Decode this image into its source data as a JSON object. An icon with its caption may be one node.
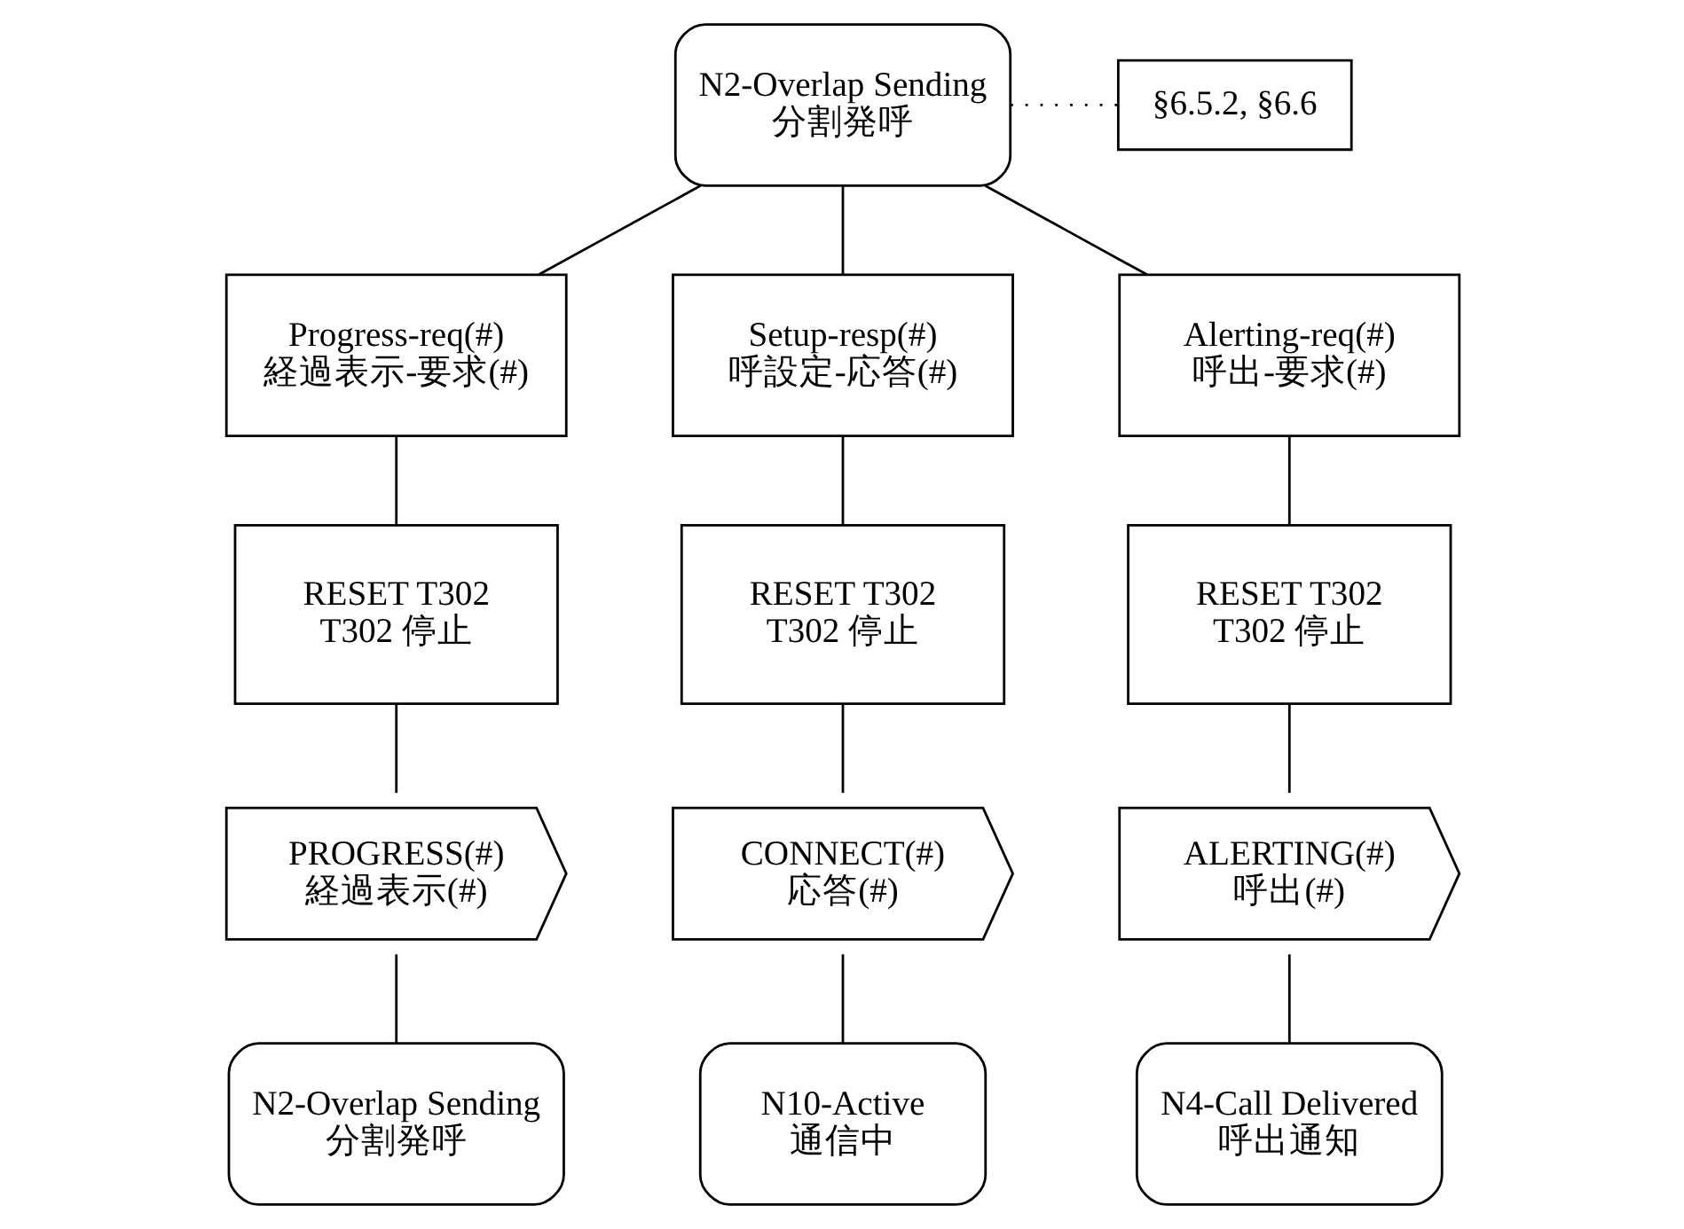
{
  "diagram": {
    "nodes": [
      {
        "text": [
          "N2-Overlap Sending",
          "分割発呼"
        ]
      },
      {
        "text": [
          "§6.5.2, §6.6"
        ]
      },
      {
        "text": [
          "Progress-req(#)",
          "経過表示-要求(#)"
        ]
      },
      {
        "text": [
          "Setup-resp(#)",
          "呼設定-応答(#)"
        ]
      },
      {
        "text": [
          "Alerting-req(#)",
          "呼出-要求(#)"
        ]
      },
      {
        "text": [
          "RESET T302",
          "T302 停止"
        ]
      },
      {
        "text": [
          "RESET T302",
          "T302 停止"
        ]
      },
      {
        "text": [
          "RESET T302",
          "T302 停止"
        ]
      },
      {
        "text": [
          "PROGRESS(#)",
          "経過表示(#)"
        ]
      },
      {
        "text": [
          "CONNECT(#)",
          "応答(#)"
        ]
      },
      {
        "text": [
          "ALERTING(#)",
          "呼出(#)"
        ]
      },
      {
        "text": [
          "N2-Overlap Sending",
          "分割発呼"
        ]
      },
      {
        "text": [
          "N10-Active",
          "通信中"
        ]
      },
      {
        "text": [
          "N4-Call Delivered",
          "呼出通知"
        ]
      }
    ],
    "edges": [
      {
        "from": 0,
        "to": 1,
        "arrow": "none",
        "style": "dashed"
      },
      {
        "from": 0,
        "to": 2,
        "arrow": "none"
      },
      {
        "from": 0,
        "to": 3,
        "arrow": "none"
      },
      {
        "from": 0,
        "to": 4,
        "arrow": "none"
      },
      {
        "from": 2,
        "to": 5,
        "arrow": "none"
      },
      {
        "from": 3,
        "to": 6,
        "arrow": "none"
      },
      {
        "from": 4,
        "to": 7,
        "arrow": "none"
      },
      {
        "from": 5,
        "to": 8,
        "arrow": "none"
      },
      {
        "from": 6,
        "to": 9,
        "arrow": "none"
      },
      {
        "from": 7,
        "to": 10,
        "arrow": "none"
      },
      {
        "from": 8,
        "to": 11,
        "arrow": "none"
      },
      {
        "from": 9,
        "to": 12,
        "arrow": "none"
      },
      {
        "from": 10,
        "to": 13,
        "arrow": "none"
      }
    ]
  }
}
